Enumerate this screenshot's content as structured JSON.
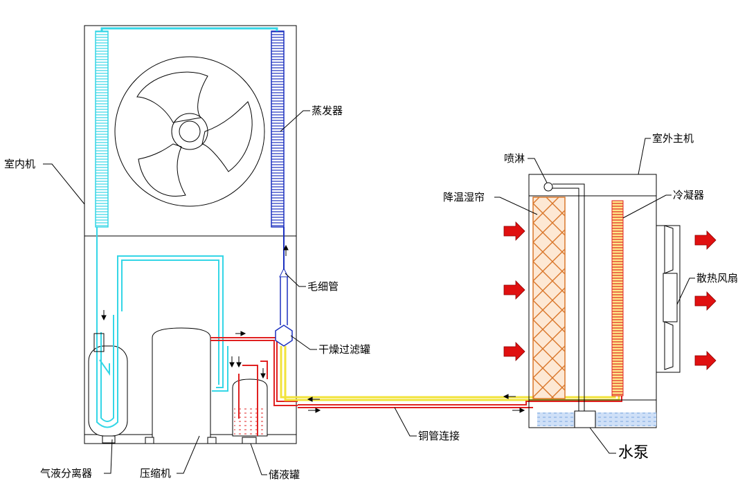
{
  "labels": {
    "indoor_unit": "室内机",
    "evaporator": "蒸发器",
    "capillary": "毛细管",
    "filter_drier": "干燥过滤罐",
    "gas_liquid_separator": "气液分离器",
    "compressor": "压缩机",
    "receiver": "储液罐",
    "copper_pipe": "铜管连接",
    "outdoor_unit": "室外主机",
    "spray": "喷淋",
    "cooling_pad": "降温湿帘",
    "condenser": "冷凝器",
    "cooling_fan": "散热风扇",
    "water_pump": "水泵"
  },
  "colors": {
    "cyan_pipe": "#33d6e6",
    "blue_coil": "#1a2fbf",
    "red_pipe": "#e02020",
    "yellow_pipe": "#f2e33a",
    "orange_pad": "#d9762a",
    "water": "#9fc3ee",
    "arrow_red": "#e01010"
  }
}
